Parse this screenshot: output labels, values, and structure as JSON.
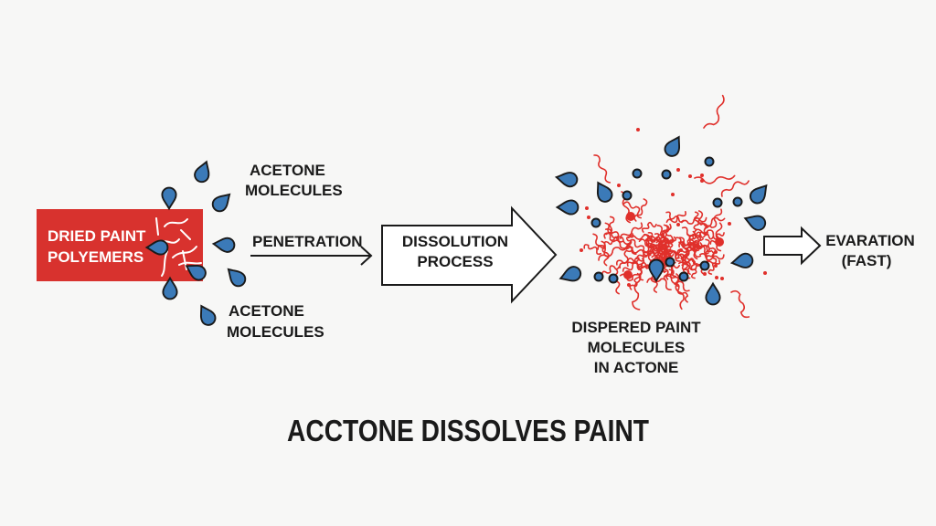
{
  "diagram": {
    "title": "ACCTONE DISSOLVES PAINT",
    "paint_block": {
      "line1": "DRIED PAINT",
      "line2": "POLYEMERS"
    },
    "acetone_top": {
      "line1": "ACETONE",
      "line2": "MOLECULES"
    },
    "acetone_bottom": {
      "line1": "ACETONE",
      "line2": "MOLECULES"
    },
    "penetration": "PENETRATION",
    "dissolution": {
      "line1": "DISSOLUTION",
      "line2": "PROCESS"
    },
    "dispersed": {
      "line1": "DISPERED PAINT",
      "line2": "MOLECULES",
      "line3": "IN ACTONE"
    },
    "evaporation": {
      "line1": "EVARATION",
      "line2": "(FAST)"
    },
    "colors": {
      "paint_red": "#d8322e",
      "acetone_blue": "#3b7ab8",
      "ink": "#1a1a1a"
    }
  }
}
